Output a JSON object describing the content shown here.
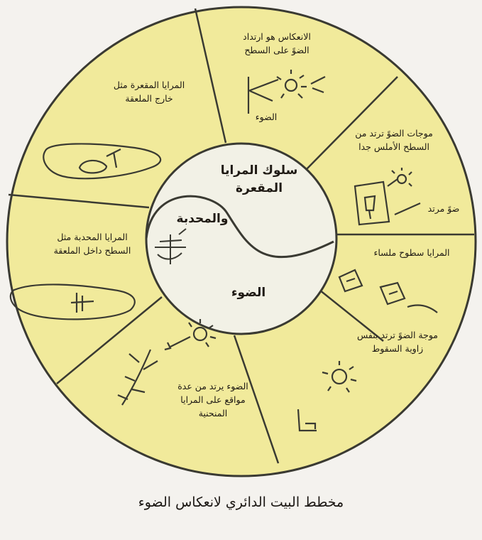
{
  "diagram": {
    "fill_color": "#f1ea9b",
    "center_color": "#f2f1e6",
    "stroke_color": "#3a3a32",
    "center": {
      "lines": [
        "سلوك المرايا",
        "المقعرة",
        "والمحدبة",
        "الضوء"
      ]
    },
    "segments": [
      {
        "lines": [
          "الانعكاس هو ارتداد",
          "الضوً على السطح"
        ],
        "sketch_label": "الضوء",
        "sketch_icon": "sun-ray-mirror-icon"
      },
      {
        "lines": [
          "موجات الضوً ترتد من",
          "السطح الأملس جدا"
        ],
        "sketch_label": "ضوً مرتد",
        "sketch_icon": "reflected-light-icon"
      },
      {
        "lines": [
          "المرايا سطوح ملساء"
        ],
        "sketch_icon": "smooth-mirrors-icon"
      },
      {
        "lines": [
          "موجة الضوً ترتد بنفس",
          "زاوية السقوط"
        ],
        "sketch_icon": "angle-of-incidence-icon"
      },
      {
        "lines": [
          "الضوء يرتد من عدة",
          "مواقع على المرايا",
          "المنحنية"
        ],
        "sketch_icon": "curved-mirror-reflection-icon"
      },
      {
        "lines": [
          "المرايا المحدبة مثل",
          "السطح داخل الملعقة"
        ],
        "sketch_icon": "spoon-inside-icon"
      },
      {
        "lines": [
          "المرايا المقعرة مثل",
          "خارج الملعقة"
        ],
        "sketch_icon": "spoon-outside-icon"
      }
    ]
  },
  "caption": "مخطط البيت الدائري لانعكاس الضوء"
}
